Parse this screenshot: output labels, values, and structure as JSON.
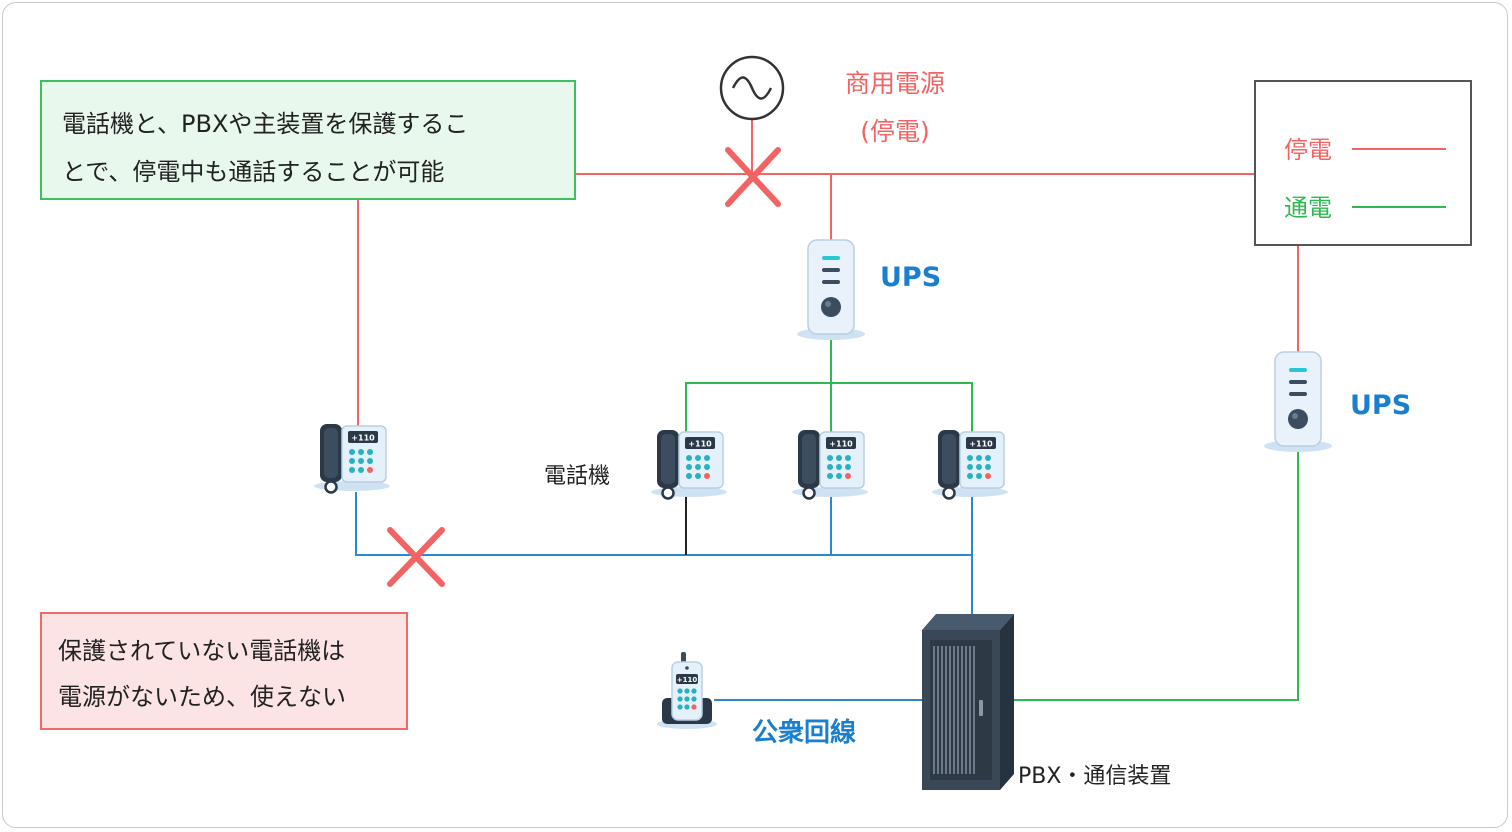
{
  "notes": {
    "protected": [
      "電話機と、PBXや主装置を保護するこ",
      "とで、停電中も通話することが可能"
    ],
    "unprotected": [
      "保護されていない電話機は",
      "電源がないため、使えない"
    ]
  },
  "power_source": {
    "title": "商用電源",
    "state": "(停電)"
  },
  "legend": {
    "outage": {
      "label": "停電",
      "color": "#f26464"
    },
    "powered": {
      "label": "通電",
      "color": "#2fba4f"
    }
  },
  "ups_labels": [
    "UPS",
    "UPS"
  ],
  "phone_label": "電話機",
  "public_line_label": "公衆回線",
  "pbx_label": "PBX・通信装置",
  "phone_key_text": "+110",
  "colors": {
    "outage_line": "#f26464",
    "powered_line": "#2fba4f",
    "network_line": "#2a87d4",
    "phone_wire": "#222222",
    "accent_blue": "#1b7fd0"
  }
}
